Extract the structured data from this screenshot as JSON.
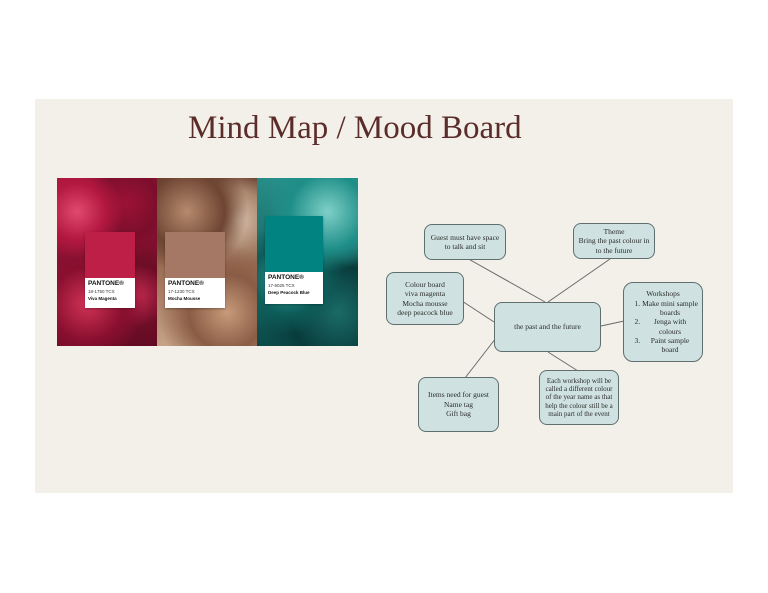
{
  "title": "Mind Map / Mood Board",
  "mood_board": {
    "swatches": [
      {
        "brand": "PANTONE®",
        "code": "18-1750 TCX",
        "name": "Viva Magenta",
        "color": "#be1f47"
      },
      {
        "brand": "PANTONE®",
        "code": "17-1230 TCX",
        "name": "Mocha Mousse",
        "color": "#a47864"
      },
      {
        "brand": "PANTONE®",
        "code": "17-5025 TCX",
        "name": "Deep Peacock Blue",
        "color": "#008381"
      }
    ]
  },
  "mind_map": {
    "center": "the past and the future",
    "guest_space": "Guest must have space to talk and sit",
    "theme": {
      "title": "Theme",
      "text": "Bring the past colour in to the future"
    },
    "colour_board": {
      "title": "Colour board",
      "items": [
        "viva magenta",
        "Mocha mousse",
        "deep peacock blue"
      ]
    },
    "workshops": {
      "title": "Workshops",
      "items": [
        "Make mini sample boards",
        "Jenga with colours",
        "Paint sample board"
      ]
    },
    "items_for_guest": {
      "title": "Items need for guest",
      "items": [
        "Name tag",
        "Gift bag"
      ]
    },
    "workshop_naming": "Each workshop will be called a different colour of the year name as that help the colour still be a main part of the event"
  }
}
